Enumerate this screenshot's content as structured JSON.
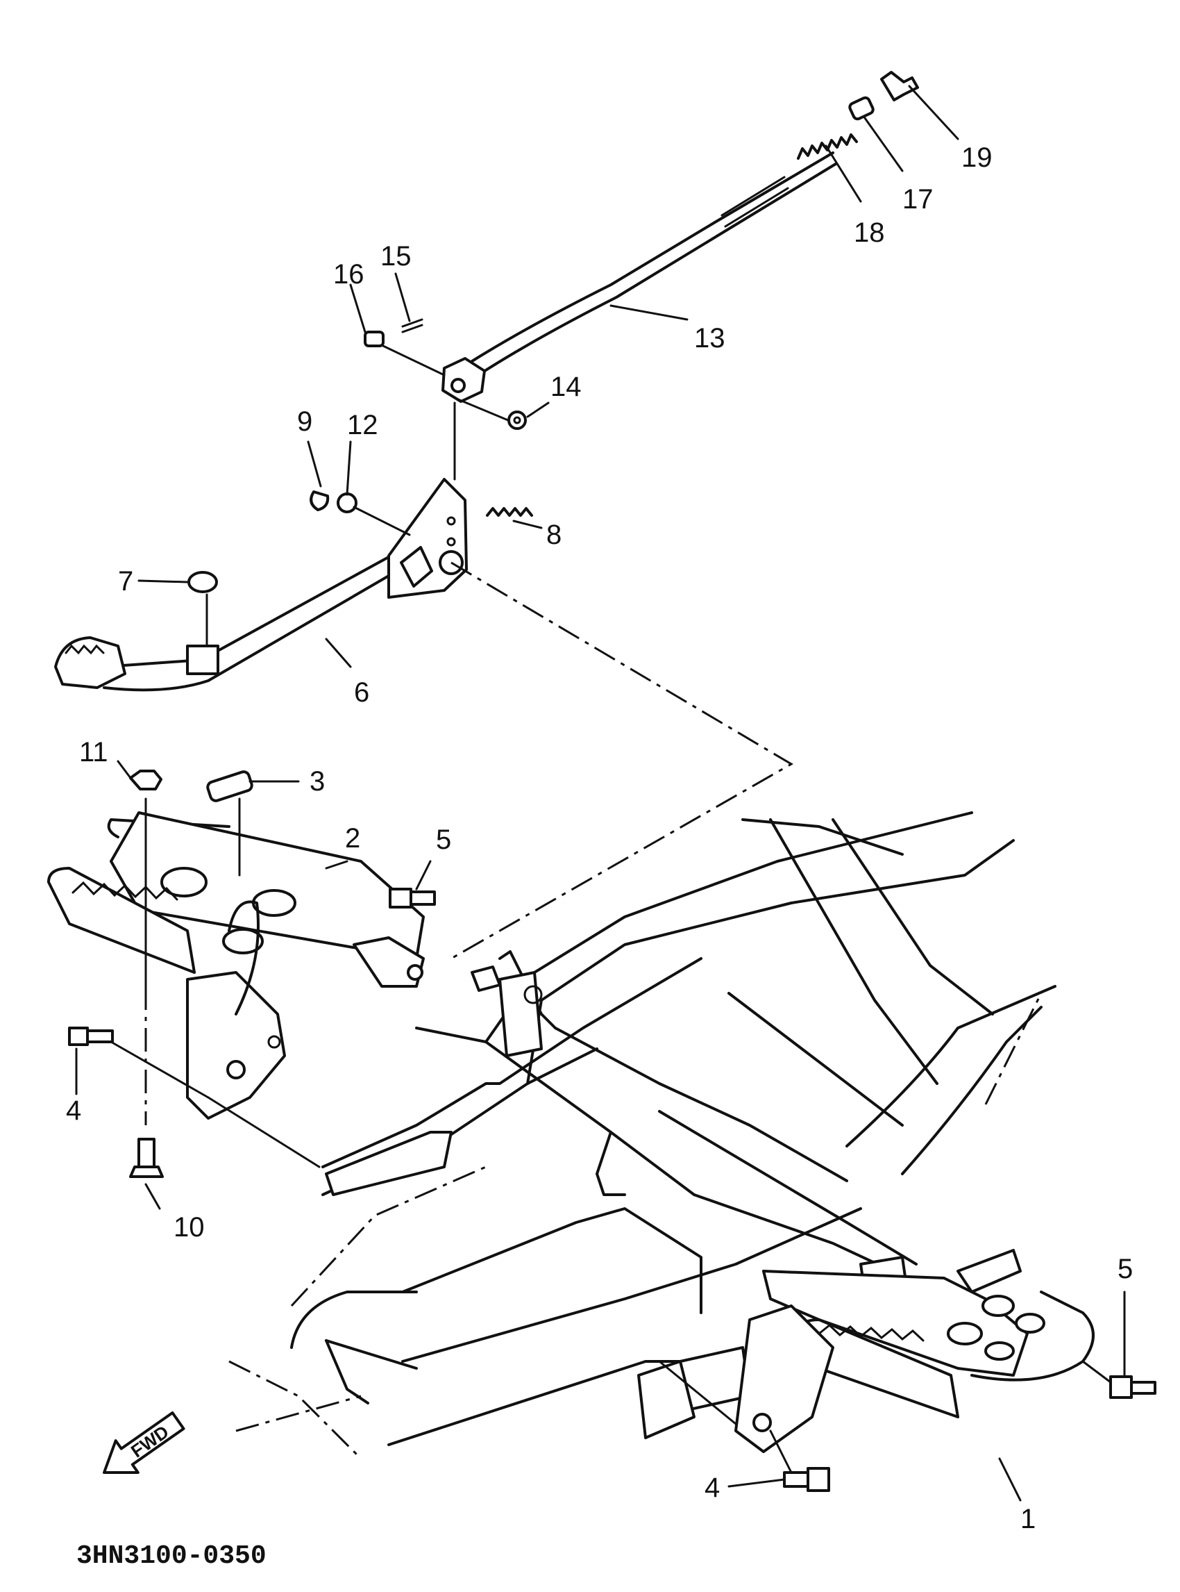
{
  "diagram": {
    "drawing_code": "3HN3100-0350",
    "direction_label": "FWD",
    "callouts": [
      "1",
      "2",
      "3",
      "4",
      "4",
      "5",
      "5",
      "6",
      "7",
      "8",
      "9",
      "10",
      "11",
      "12",
      "13",
      "14",
      "15",
      "16",
      "17",
      "18",
      "19"
    ]
  }
}
